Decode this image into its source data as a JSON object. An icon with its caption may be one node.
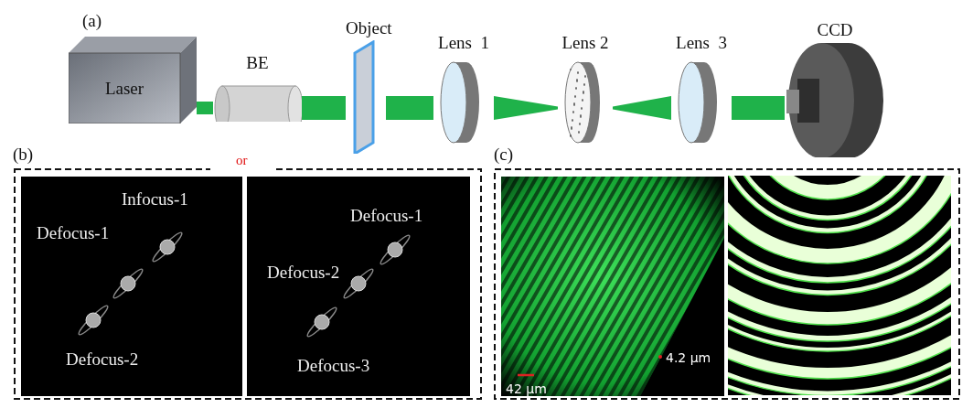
{
  "diagram": {
    "nodes": [
      {
        "text": [
          "Laser"
        ]
      },
      {
        "text": [
          "BE"
        ]
      },
      {
        "text": [
          "Object"
        ]
      },
      {
        "text": [
          "Lens  1"
        ]
      },
      {
        "text": [
          "Lens 2"
        ]
      },
      {
        "text": [
          "Lens  3"
        ]
      },
      {
        "text": [
          "CCD"
        ]
      }
    ],
    "edges": [
      {
        "from": 0,
        "to": 1,
        "arrow": "none"
      },
      {
        "from": 1,
        "to": 2,
        "arrow": "none"
      },
      {
        "from": 2,
        "to": 3,
        "arrow": "none"
      },
      {
        "from": 3,
        "to": 4,
        "arrow": "none"
      },
      {
        "from": 4,
        "to": 5,
        "arrow": "none"
      },
      {
        "from": 5,
        "to": 6,
        "arrow": "none"
      }
    ],
    "labels": [
      "(a)",
      "(b)",
      "or",
      "(c)",
      "Infocus-1",
      "Defocus-1",
      "Defocus-2",
      "Defocus-1",
      "Defocus-2",
      "Defocus-3",
      "4.2 µm",
      "42 µm"
    ]
  }
}
